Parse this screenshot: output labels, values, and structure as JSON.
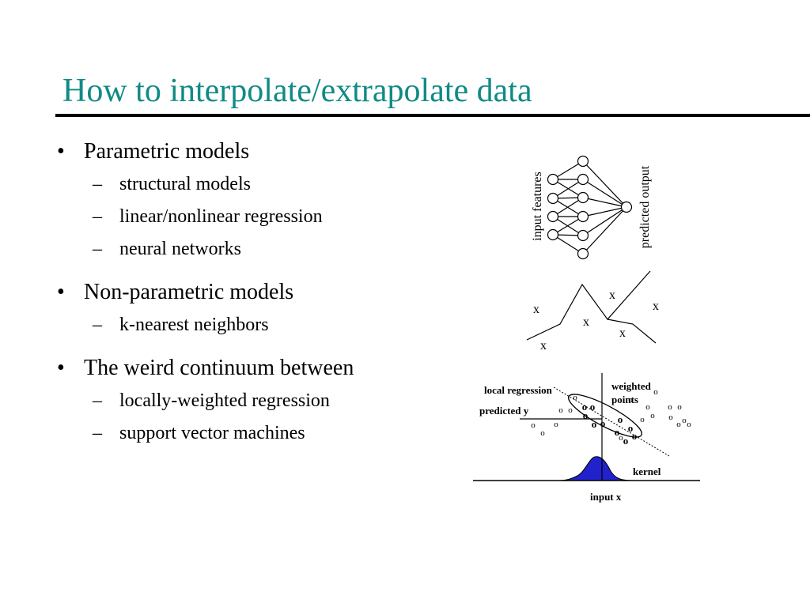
{
  "slide": {
    "title": "How to interpolate/extrapolate data",
    "title_color": "#108a86",
    "bullets": [
      {
        "text": "Parametric models",
        "subs": [
          "structural models",
          "linear/nonlinear regression",
          "neural networks"
        ]
      },
      {
        "text": "Non-parametric models",
        "subs": [
          "k-nearest neighbors"
        ]
      },
      {
        "text": "The weird continuum between",
        "subs": [
          "locally-weighted regression",
          "support vector machines"
        ]
      }
    ]
  },
  "diagrams": {
    "neural_net": {
      "input_label": "input features",
      "output_label": "predicted output"
    },
    "knn": {
      "point_glyph": "x"
    },
    "lwr": {
      "local_regression_label": "local regression",
      "weighted_points_label_1": "weighted",
      "weighted_points_label_2": "points",
      "predicted_y_label": "predicted y",
      "kernel_label": "kernel",
      "input_x_label": "input x",
      "point_glyph": "o",
      "kernel_color": "#2222cc"
    }
  }
}
